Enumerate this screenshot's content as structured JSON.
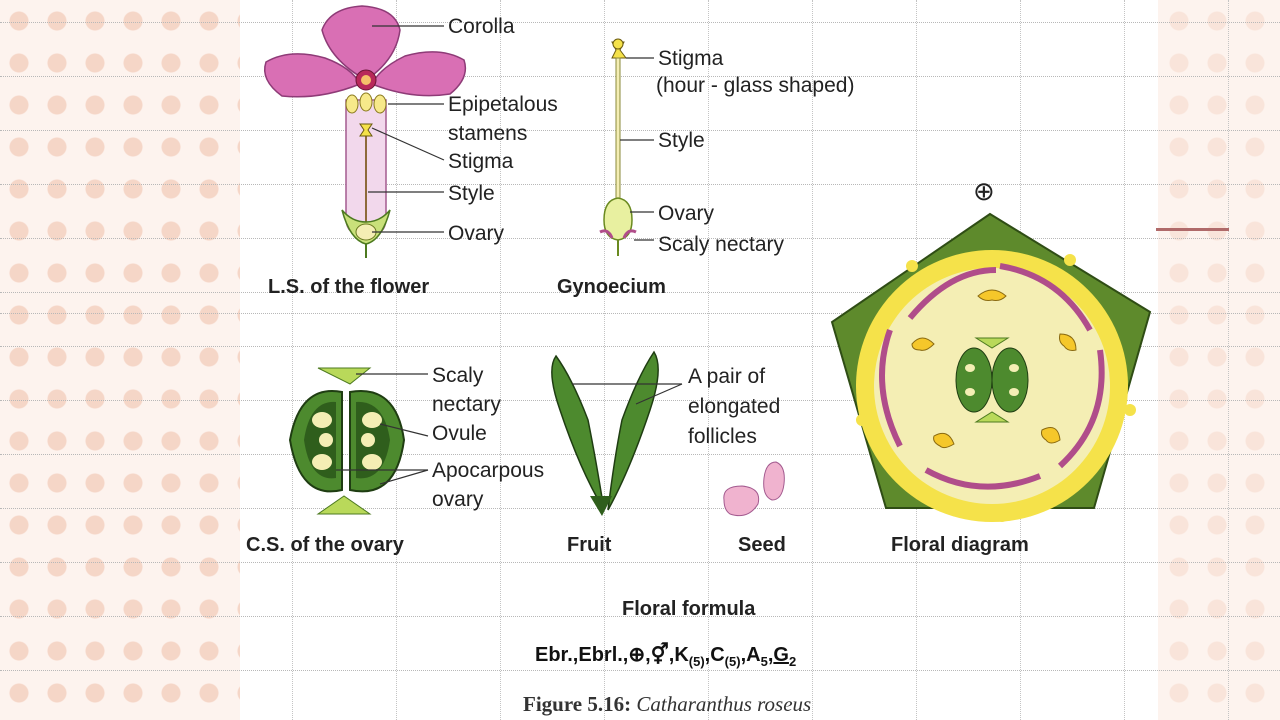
{
  "panels": {
    "flower_ls": {
      "caption": "L.S. of the flower",
      "labels": {
        "corolla": "Corolla",
        "epipetalous": "Epipetalous",
        "stamens": "stamens",
        "stigma": "Stigma",
        "style": "Style",
        "ovary": "Ovary"
      }
    },
    "gynoecium": {
      "caption": "Gynoecium",
      "labels": {
        "stigma": "Stigma",
        "stigma_note": "(hour - glass shaped)",
        "style": "Style",
        "ovary": "Ovary",
        "nectary": "Scaly nectary"
      }
    },
    "ovary_cs": {
      "caption": "C.S. of the ovary",
      "labels": {
        "scaly": "Scaly",
        "nectary": "nectary",
        "ovule": "Ovule",
        "apocarpous": "Apocarpous",
        "ovary": "ovary"
      }
    },
    "fruit": {
      "caption": "Fruit",
      "labels": {
        "line1": "A pair of",
        "line2": "elongated",
        "line3": "follicles"
      }
    },
    "seed": {
      "caption": "Seed"
    },
    "floral_diagram": {
      "caption": "Floral diagram",
      "symbol": "⊕"
    }
  },
  "floral_formula": {
    "title": "Floral formula",
    "prefix": "Ebr.,Ebrl.,",
    "symbol": "⊕",
    "sex": "⚥",
    "k": "K",
    "k_sub": "(5)",
    "c": "C",
    "c_sub": "(5)",
    "a": "A",
    "a_sub": "5",
    "g": "G",
    "g_sub": "2"
  },
  "figure_caption": {
    "number": "Figure 5.16:",
    "species": "Catharanthus roseus"
  },
  "colors": {
    "petal": "#d96fb4",
    "tube": "#f2d8ec",
    "green": "#4d8a2e",
    "dark_green": "#2f5e1c",
    "yellow": "#f7e98a",
    "bright_yellow": "#f5e24a",
    "pale_yellow": "#f4eeb4",
    "pink_seed": "#f0b3cf",
    "sepal": "#c9e07a"
  }
}
